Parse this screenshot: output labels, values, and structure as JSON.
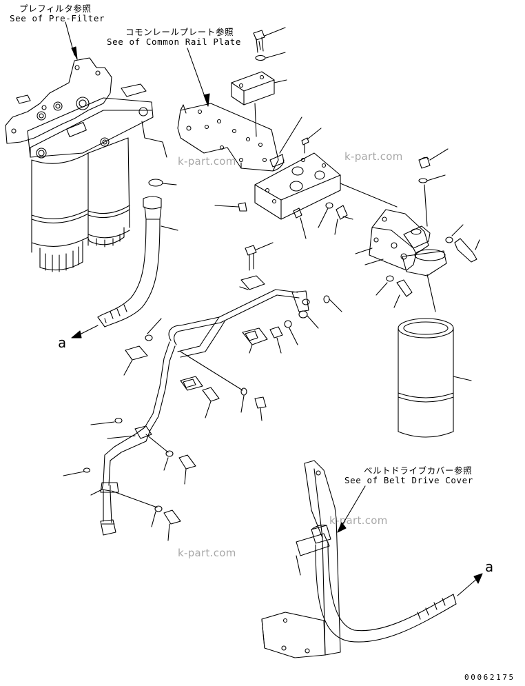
{
  "callouts": {
    "prefilter_jp": "プレフィルタ参照",
    "prefilter_en": "See of Pre-Filter",
    "rail_jp": "コモンレールプレート参照",
    "rail_en": "See of Common Rail Plate",
    "belt_jp": "ベルトドライブカバー参照",
    "belt_en": "See of Belt Drive Cover"
  },
  "reference_marks": {
    "left": "a",
    "right": "a"
  },
  "watermarks": [
    "k-part.com",
    "k-part.com",
    "k-part.com",
    "k-part.com"
  ],
  "drawing_number": "00062175"
}
